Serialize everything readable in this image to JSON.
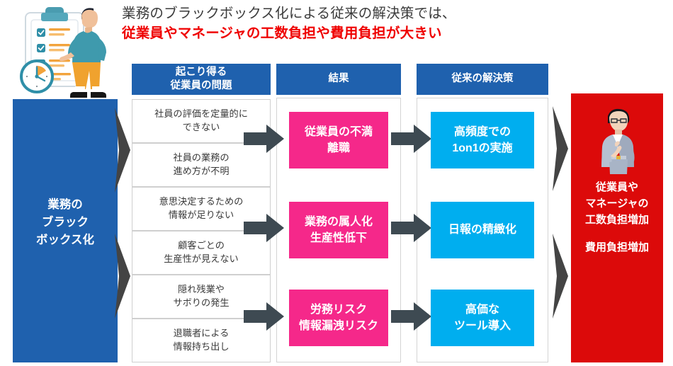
{
  "title": {
    "line1": "業務のブラックボックス化による従来の解決策では、",
    "line2": "従業員やマネージャの工数負担や費用負担が大きい",
    "line1_color": "#3b3b3b",
    "line2_color": "#ef0000"
  },
  "pillar": {
    "label": "業務の\nブラック\nボックス化",
    "color": "#1f61ae"
  },
  "headers": {
    "problem": "起こり得る\n従業員の問題",
    "result": "結果",
    "solution": "従来の解決策",
    "color": "#1f61ae"
  },
  "problems": [
    {
      "text": "社員の評価を定量的に\nできない"
    },
    {
      "text": "社員の業務の\n進め方が不明"
    },
    {
      "text": "意思決定するための\n情報が足りない"
    },
    {
      "text": "顧客ごとの\n生産性が見えない"
    },
    {
      "text": "隠れ残業や\nサボりの発生"
    },
    {
      "text": "退職者による\n情報持ち出し"
    }
  ],
  "results": [
    {
      "text": "従業員の不満\n離職"
    },
    {
      "text": "業務の属人化\n生産性低下"
    },
    {
      "text": "労務リスク\n情報漏洩リスク"
    }
  ],
  "results_color": "#f5288a",
  "solutions": [
    {
      "text": "高頻度での\n1on1の実施"
    },
    {
      "text": "日報の精緻化"
    },
    {
      "text": "高価な\nツール導入"
    }
  ],
  "solutions_color": "#00aeef",
  "outcome": {
    "main": "従業員や\nマネージャの\n工数負担増加",
    "sub": "費用負担増加",
    "color": "#dc0a0a"
  },
  "icons": {
    "hero": "clipboard-checklist-person-illustration",
    "outcome_figure": "thinking-businessman-illustration",
    "arrow": "right-block-arrow-icon",
    "chevron": "right-chevron-arrow-icon"
  },
  "arrow_color": "#3e4a52",
  "chevron_color": "#444444"
}
